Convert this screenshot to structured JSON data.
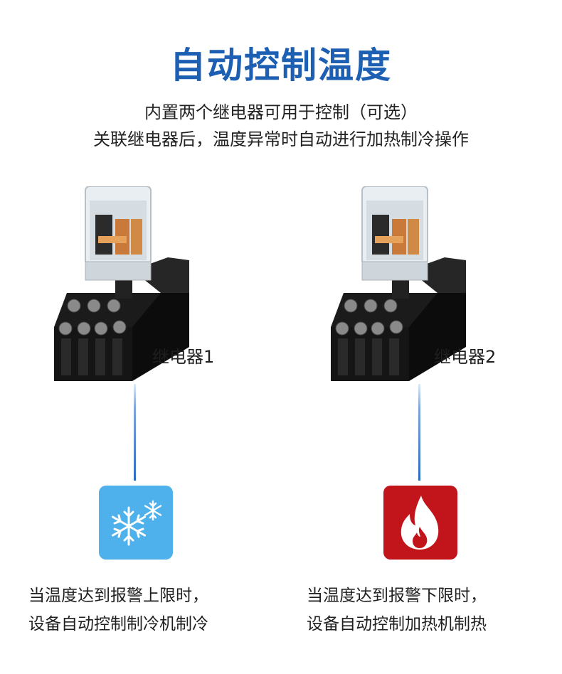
{
  "header": {
    "title": "自动控制温度",
    "subtitle_line1": "内置两个继电器可用于控制（可选）",
    "subtitle_line2": "关联继电器后，温度异常时自动进行加热制冷操作"
  },
  "relays": [
    {
      "label": "继电器1",
      "icon": "snowflake-icon",
      "badge_color": "#4fb1ec",
      "desc_line1": "当温度达到报警上限时，",
      "desc_line2": "设备自动控制制冷机制冷"
    },
    {
      "label": "继电器2",
      "icon": "flame-icon",
      "badge_color": "#c2141b",
      "desc_line1": "当温度达到报警下限时，",
      "desc_line2": "设备自动控制加热机制热"
    }
  ],
  "colors": {
    "title": "#1d5fb3",
    "connector": "#2b6cc0"
  }
}
